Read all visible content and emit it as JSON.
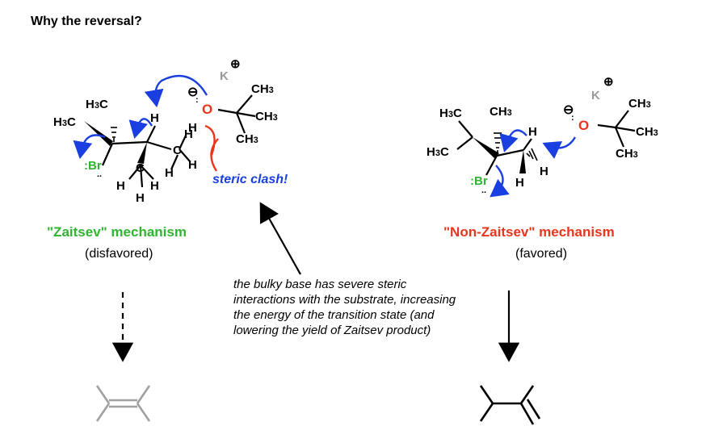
{
  "title": "Why the reversal?",
  "left": {
    "mechanism_label": "\"Zaitsev\" mechanism",
    "status": "(disfavored)",
    "clash_label": "steric clash!"
  },
  "right": {
    "mechanism_label": "\"Non-Zaitsev\" mechanism",
    "status": "(favored)"
  },
  "annotation": "the bulky base has severe steric interactions with the substrate, increasing the energy of the transition state (and lowering the yield of Zaitsev product)",
  "atoms": {
    "K": "K",
    "O": "O",
    "Br": "Br",
    "H": "H",
    "C": "C",
    "CH3": "CH",
    "H3C_H3": "H",
    "H3C_C": "C",
    "three": "3",
    "minus": "⊖",
    "plus": "⊕",
    "colon": ":"
  },
  "colors": {
    "green": "#2fb52f",
    "red": "#e8361d",
    "blue": "#1a3fe0",
    "gray": "#999999",
    "product_gray": "#a0a0a0"
  }
}
